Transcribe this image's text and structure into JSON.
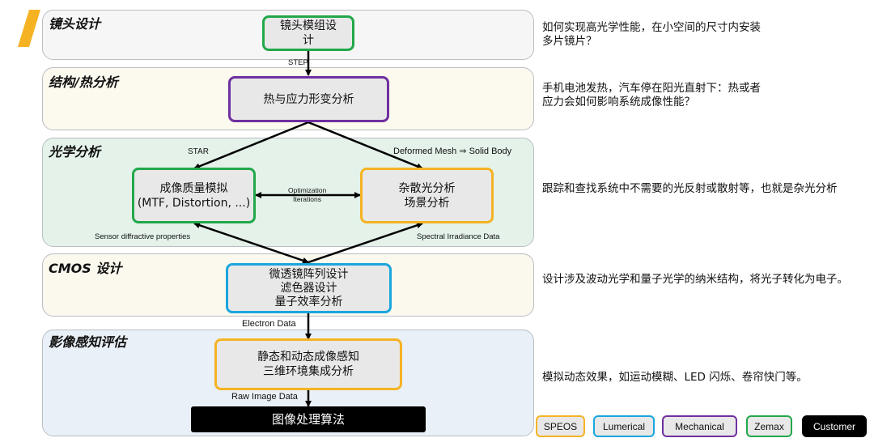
{
  "bands": [
    {
      "title": "镜头设计",
      "fill": "#f6f6f6"
    },
    {
      "title": "结构/热分析",
      "fill": "#fcf9ef"
    },
    {
      "title": "光学分析",
      "fill": "#e4f2ea"
    },
    {
      "title": "CMOS 设计",
      "fill": "#fbf8ee"
    },
    {
      "title": "影像感知评估",
      "fill": "#eaf0f7"
    }
  ],
  "nodes": {
    "lens_module": {
      "lines": [
        "镜头模组设",
        "计"
      ],
      "color": "#22a84a"
    },
    "thermal_stress": {
      "lines": [
        "热与应力形变分析"
      ],
      "color": "#7030a0"
    },
    "imaging_quality": {
      "lines": [
        "成像质量模拟",
        "(MTF, Distortion, ...)"
      ],
      "color": "#22a84a"
    },
    "stray_light": {
      "lines": [
        "杂散光分析",
        "场景分析"
      ],
      "color": "#f5b324"
    },
    "cmos": {
      "lines": [
        "微透镜阵列设计",
        "滤色器设计",
        "量子效率分析"
      ],
      "color": "#1aa6dd"
    },
    "perception": {
      "lines": [
        "静态和动态成像感知",
        "三维环境集成分析"
      ],
      "color": "#f5b324"
    },
    "image_processing": {
      "lines": [
        "图像处理算法"
      ],
      "color": "#000000"
    }
  },
  "labels": {
    "step": "STEP",
    "star": "STAR",
    "deformed_mesh": "Deformed Mesh ⇒ Solid Body",
    "optimization": "Optimization",
    "iterations": "Iterations",
    "sensor_diffractive": "Sensor diffractive properties",
    "spectral_irradiance": "Spectral Irradiance Data",
    "electron_data": "Electron Data",
    "raw_image_data": "Raw Image Data"
  },
  "descriptions": [
    "如何实现高光学性能，在小空间的尺寸内安装多片镜片？",
    "手机电池发热，汽车停在阳光直射下：热或者应力会如何影响系统成像性能？",
    "跟踪和查找系统中不需要的光反射或散射等，也就是杂光分析",
    "设计涉及波动光学和量子光学的纳米结构，将光子转化为电子。",
    "模拟动态效果，如运动模糊、LED 闪烁、卷帘快门等。"
  ],
  "legend": [
    {
      "label": "SPEOS",
      "color": "#f5b324"
    },
    {
      "label": "Lumerical",
      "color": "#1aa6dd"
    },
    {
      "label": "Mechanical",
      "color": "#7030a0"
    },
    {
      "label": "Zemax",
      "color": "#22a84a"
    },
    {
      "label": "Customer",
      "color": "#000000"
    }
  ],
  "accent_color": "#f5b324"
}
